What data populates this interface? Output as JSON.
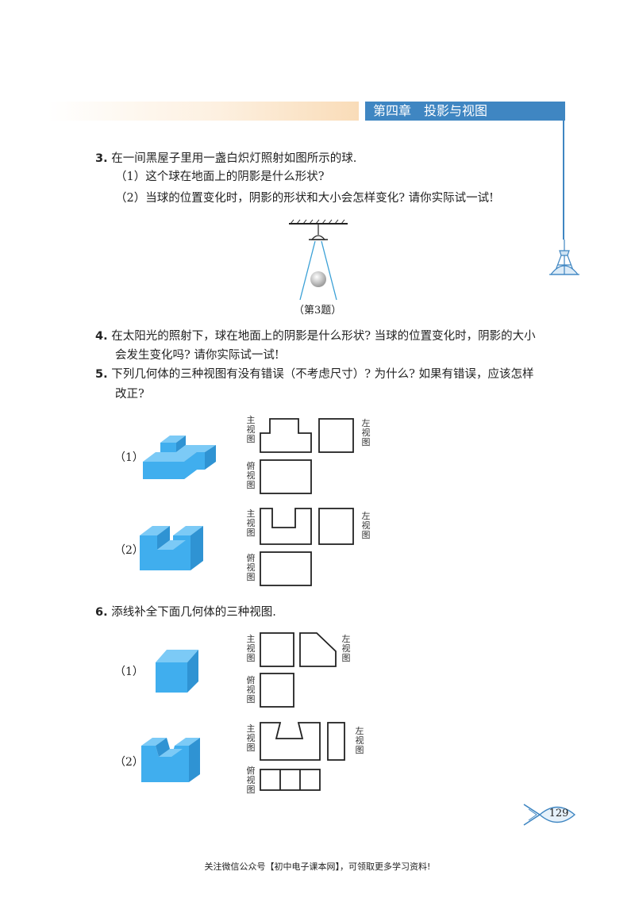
{
  "header": {
    "chapter": "第四章　投影与视图"
  },
  "q3": {
    "num": "3.",
    "text": "在一间黑屋子里用一盏白炽灯照射如图所示的球.",
    "sub1": "（1）这个球在地面上的阴影是什么形状?",
    "sub2": "（2）当球的位置变化时，阴影的形状和大小会怎样变化? 请你实际试一试!",
    "caption": "（第3题）"
  },
  "q4": {
    "num": "4.",
    "line1": "在太阳光的照射下，球在地面上的阴影是什么形状? 当球的位置变化时，阴影的大小",
    "line2": "会发生变化吗? 请你实际试一试!"
  },
  "q5": {
    "num": "5.",
    "line1": "下列几何体的三种视图有没有错误（不考虑尺寸）? 为什么? 如果有错误，应该怎样",
    "line2": "改正?",
    "item1": "（1）",
    "item2": "（2）"
  },
  "q6": {
    "num": "6.",
    "text": "添线补全下面几何体的三种视图.",
    "item1": "（1）",
    "item2": "（2）"
  },
  "views": {
    "front": "主视图",
    "left": "左视图",
    "top": "俯视图"
  },
  "page_number": "129",
  "footer": "关注微信公众号【初中电子课本网】，可领取更多学习资料!",
  "colors": {
    "accent": "#3f86c2",
    "solid": "#4db3ef"
  }
}
